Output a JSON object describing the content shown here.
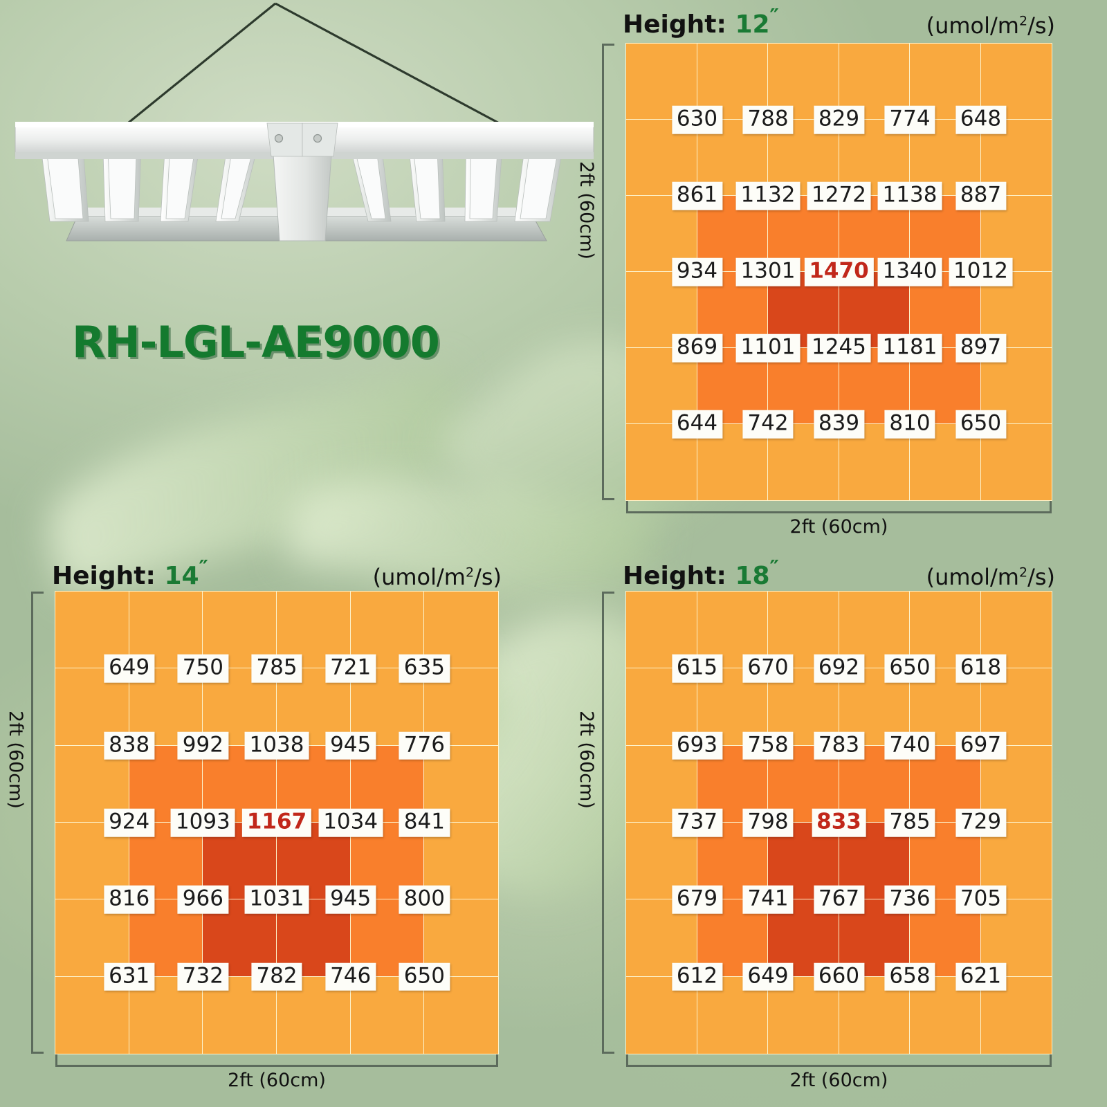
{
  "product": {
    "model": "RH-LGL-AE9000",
    "fixture_icon": "led-grow-light-bar-fixture"
  },
  "units_label": "(umol/m",
  "units_sup": "2",
  "units_tail": "/s)",
  "dimension": {
    "width_label": "2ft (60cm)",
    "height_label": "2ft (60cm)"
  },
  "panels": [
    {
      "id": "panel-12",
      "height_prefix": "Height:",
      "height_value": "12",
      "height_unit": "″",
      "units": "(umol/m²/s)",
      "peak": "1470"
    },
    {
      "id": "panel-14",
      "height_prefix": "Height:",
      "height_value": "14",
      "height_unit": "″",
      "units": "(umol/m²/s)",
      "peak": "1167"
    },
    {
      "id": "panel-18",
      "height_prefix": "Height:",
      "height_value": "18",
      "height_unit": "″",
      "units": "(umol/m²/s)",
      "peak": "833"
    }
  ],
  "chart_data": [
    {
      "type": "heatmap",
      "title": "Height: 12″",
      "zlabel": "(umol/m²/s)",
      "xlabel": "2ft (60cm)",
      "ylabel": "2ft (60cm)",
      "rows": 5,
      "cols": 5,
      "peak_value": 1470,
      "values": [
        [
          630,
          788,
          829,
          774,
          648
        ],
        [
          861,
          1132,
          1272,
          1138,
          887
        ],
        [
          934,
          1301,
          1470,
          1340,
          1012
        ],
        [
          869,
          1101,
          1245,
          1181,
          897
        ],
        [
          644,
          742,
          839,
          810,
          650
        ]
      ],
      "tiles": [
        [
          1,
          1,
          1,
          1,
          1,
          1
        ],
        [
          1,
          1,
          1,
          1,
          1,
          1
        ],
        [
          1,
          2,
          2,
          2,
          2,
          1
        ],
        [
          1,
          2,
          3,
          3,
          2,
          1
        ],
        [
          1,
          2,
          2,
          2,
          2,
          1
        ],
        [
          1,
          1,
          1,
          1,
          1,
          1
        ]
      ]
    },
    {
      "type": "heatmap",
      "title": "Height: 14″",
      "zlabel": "(umol/m²/s)",
      "xlabel": "2ft (60cm)",
      "ylabel": "2ft (60cm)",
      "rows": 5,
      "cols": 5,
      "peak_value": 1167,
      "values": [
        [
          649,
          750,
          785,
          721,
          635
        ],
        [
          838,
          992,
          1038,
          945,
          776
        ],
        [
          924,
          1093,
          1167,
          1034,
          841
        ],
        [
          816,
          966,
          1031,
          945,
          800
        ],
        [
          631,
          732,
          782,
          746,
          650
        ]
      ],
      "tiles": [
        [
          1,
          1,
          1,
          1,
          1,
          1
        ],
        [
          1,
          1,
          1,
          1,
          1,
          1
        ],
        [
          1,
          2,
          2,
          2,
          2,
          1
        ],
        [
          1,
          2,
          3,
          3,
          2,
          1
        ],
        [
          1,
          2,
          3,
          3,
          2,
          1
        ],
        [
          1,
          1,
          1,
          1,
          1,
          1
        ]
      ]
    },
    {
      "type": "heatmap",
      "title": "Height: 18″",
      "zlabel": "(umol/m²/s)",
      "xlabel": "2ft (60cm)",
      "ylabel": "2ft (60cm)",
      "rows": 5,
      "cols": 5,
      "peak_value": 833,
      "values": [
        [
          615,
          670,
          692,
          650,
          618
        ],
        [
          693,
          758,
          783,
          740,
          697
        ],
        [
          737,
          798,
          833,
          785,
          729
        ],
        [
          679,
          741,
          767,
          736,
          705
        ],
        [
          612,
          649,
          660,
          658,
          621
        ]
      ],
      "tiles": [
        [
          1,
          1,
          1,
          1,
          1,
          1
        ],
        [
          1,
          1,
          1,
          1,
          1,
          1
        ],
        [
          1,
          2,
          2,
          2,
          2,
          1
        ],
        [
          1,
          2,
          3,
          3,
          2,
          1
        ],
        [
          1,
          2,
          3,
          3,
          2,
          1
        ],
        [
          1,
          1,
          1,
          1,
          1,
          1
        ]
      ]
    }
  ],
  "colors": {
    "tier1": "#f9a93f",
    "tier2": "#f97f2c",
    "tier3": "#d9471b",
    "peak_text": "#c1271a",
    "model_green": "#147a2e",
    "height_green": "#1a7a34"
  }
}
